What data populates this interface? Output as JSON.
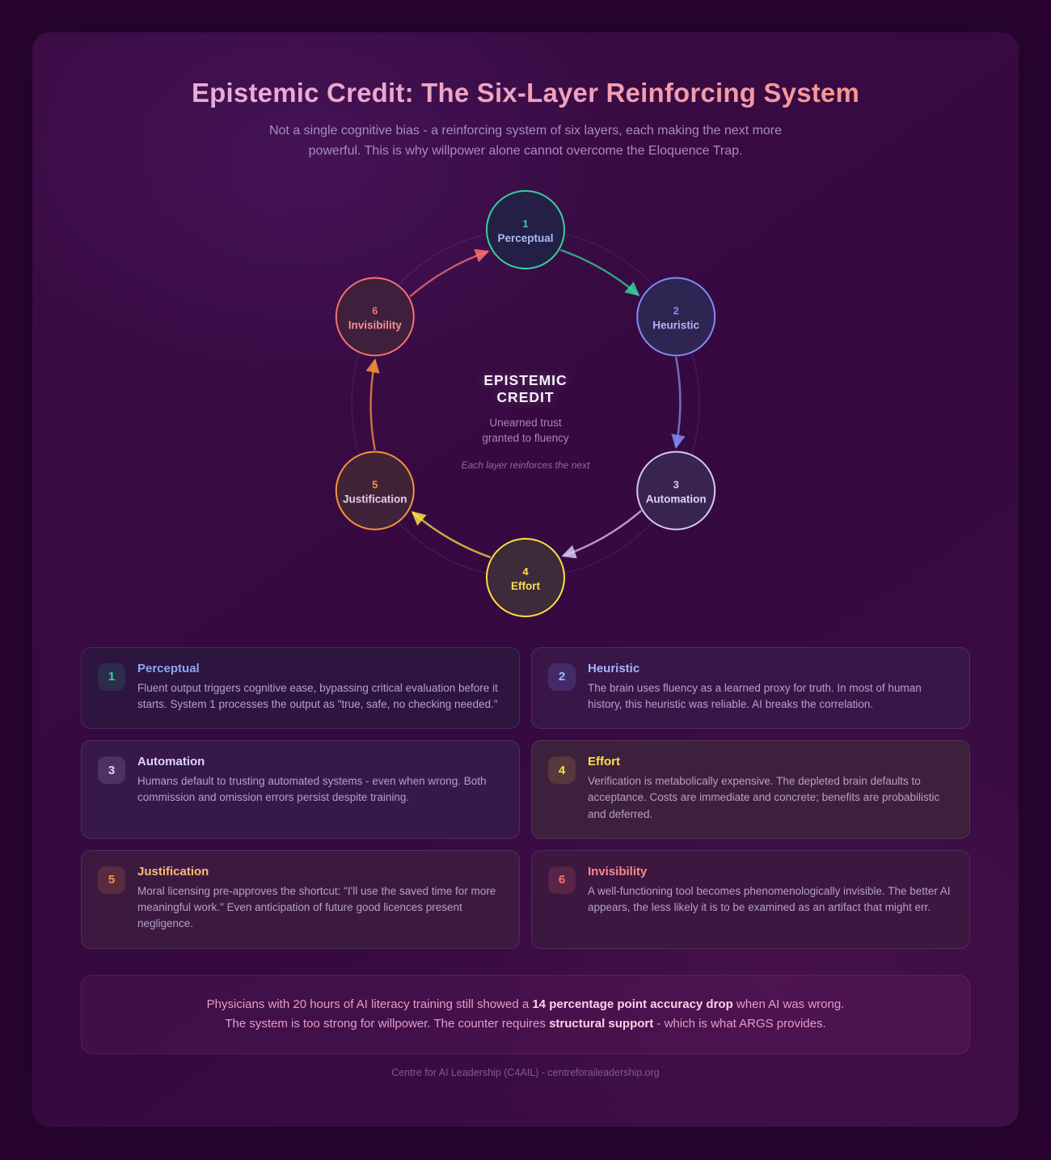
{
  "page": {
    "title": "Epistemic Credit: The Six-Layer Reinforcing System",
    "subtitle": "Not a single cognitive bias - a reinforcing system of six layers, each making the next more powerful. This is why willpower alone cannot overcome the Eloquence Trap.",
    "footer": "Centre for AI Leadership (C4AIL) - centreforaileadership.org"
  },
  "diagram": {
    "center_title_line1": "EPISTEMIC",
    "center_title_line2": "CREDIT",
    "center_sub_line1": "Unearned trust",
    "center_sub_line2": "granted to fluency",
    "center_note": "Each layer reinforces the next",
    "ring_color": "rgba(216,180,254,0.13)",
    "nodes": [
      {
        "num": "1",
        "name": "Perceptual",
        "accent": "#34d399",
        "name_color": "#a9bcf5",
        "fill": "#242045"
      },
      {
        "num": "2",
        "name": "Heuristic",
        "accent": "#818cf8",
        "name_color": "#aab6f7",
        "fill": "#2e2553"
      },
      {
        "num": "3",
        "name": "Automation",
        "accent": "#d9c8f5",
        "name_color": "#ddd3f4",
        "fill": "#392450"
      },
      {
        "num": "4",
        "name": "Effort",
        "accent": "#fde047",
        "name_color": "#fde047",
        "fill": "#3d2b39"
      },
      {
        "num": "5",
        "name": "Justification",
        "accent": "#fb923c",
        "name_color": "#e0cfe4",
        "fill": "#402339"
      },
      {
        "num": "6",
        "name": "Invisibility",
        "accent": "#f87171",
        "name_color": "#f79090",
        "fill": "#3e1f3c"
      }
    ]
  },
  "cards": [
    {
      "num": "1",
      "title": "Perceptual",
      "body": "Fluent output triggers cognitive ease, bypassing critical evaluation before it starts. System 1 processes the output as \"true, safe, no checking needed.\"",
      "title_color": "#8ca9f0",
      "badge_color": "#34d399",
      "badge_bg": "rgba(52,211,153,0.12)",
      "card_bg": "#2d1540"
    },
    {
      "num": "2",
      "title": "Heuristic",
      "body": "The brain uses fluency as a learned proxy for truth. In most of human history, this heuristic was reliable. AI breaks the correlation.",
      "title_color": "#a5b4fc",
      "badge_color": "#a5b4fc",
      "badge_bg": "rgba(129,140,248,0.18)",
      "card_bg": "#381748"
    },
    {
      "num": "3",
      "title": "Automation",
      "body": "Humans default to trusting automated systems - even when wrong. Both commission and omission errors persist despite training.",
      "title_color": "#ddd6fe",
      "badge_color": "#ddd6fe",
      "badge_bg": "rgba(216,199,247,0.15)",
      "card_bg": "#37184a"
    },
    {
      "num": "4",
      "title": "Effort",
      "body": "Verification is metabolically expensive. The depleted brain defaults to acceptance. Costs are immediate and concrete; benefits are probabilistic and deferred.",
      "title_color": "#fde047",
      "badge_color": "#fde047",
      "badge_bg": "rgba(253,224,71,0.13)",
      "card_bg": "#3d203c"
    },
    {
      "num": "5",
      "title": "Justification",
      "body": "Moral licensing pre-approves the shortcut: \"I'll use the saved time for more meaningful work.\" Even anticipation of future good licences present negligence.",
      "title_color": "#fdba74",
      "badge_color": "#fb923c",
      "badge_bg": "rgba(251,146,60,0.15)",
      "card_bg": "#3c1a40"
    },
    {
      "num": "6",
      "title": "Invisibility",
      "body": "A well-functioning tool becomes phenomenologically invisible. The better AI appears, the less likely it is to be examined as an artifact that might err.",
      "title_color": "#fb8a8a",
      "badge_color": "#f87171",
      "badge_bg": "rgba(248,113,113,0.15)",
      "card_bg": "#3c1740"
    }
  ],
  "callout": {
    "line1": [
      {
        "text": "Physicians with 20 hours of AI literacy training still showed a ",
        "bold": false
      },
      {
        "text": "14 percentage point accuracy drop",
        "bold": true
      },
      {
        "text": " when AI was wrong.",
        "bold": false
      }
    ],
    "line2": [
      {
        "text": "The system is too strong for willpower. The counter requires ",
        "bold": false
      },
      {
        "text": "structural support",
        "bold": true
      },
      {
        "text": " - which is what ARGS provides.",
        "bold": false
      }
    ]
  }
}
